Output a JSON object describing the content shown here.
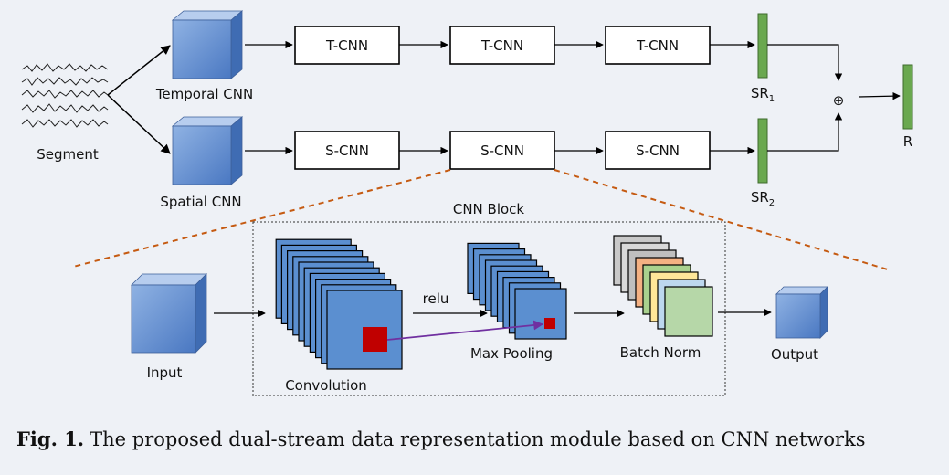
{
  "labels": {
    "segment": "Segment",
    "temporal_cnn": "Temporal CNN",
    "spatial_cnn": "Spatial CNN",
    "t_cnn": "T-CNN",
    "s_cnn": "S-CNN",
    "sr": "SR",
    "sr1_sub": "1",
    "sr2_sub": "2",
    "combine": "⊕",
    "r": "R",
    "cnn_block": "CNN Block",
    "input": "Input",
    "convolution": "Convolution",
    "relu": "relu",
    "max_pooling": "Max Pooling",
    "batch_norm": "Batch Norm",
    "output": "Output"
  },
  "caption": {
    "label": "Fig. 1.",
    "text": "The proposed dual-stream data representation module based on CNN networks"
  },
  "colors": {
    "background": "#eef1f6",
    "cube_front": "#5b88cf",
    "cube_top": "#a9c4ea",
    "cube_side": "#3d66a8",
    "bar_green": "#6aa84f",
    "dashed_orange": "#c55a11",
    "arrow_purple": "#7030a0",
    "marker_red": "#c00000",
    "layer_blue": "#5b8fd0",
    "bn_front": "#b6d7a8",
    "bn_layers": [
      "#c9c9c9",
      "#d9d9d9",
      "#bfbfbf",
      "#f4b183",
      "#a9d18e",
      "#ffe699",
      "#bdd7ee"
    ]
  }
}
